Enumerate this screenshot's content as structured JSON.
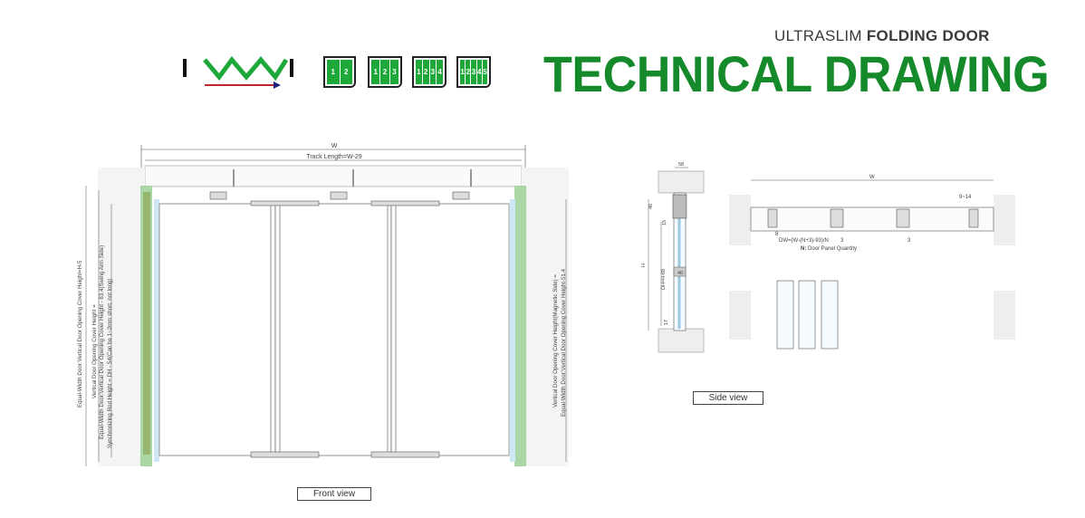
{
  "header": {
    "subtitle_light": "ULTRASLIM ",
    "subtitle_bold": "FOLDING DOOR",
    "title": "TECHNICAL DRAWING",
    "brand_color": "#148a2a"
  },
  "panel_icons": [
    {
      "labels": [
        "1",
        "2"
      ]
    },
    {
      "labels": [
        "1",
        "2",
        "3"
      ]
    },
    {
      "labels": [
        "1",
        "2",
        "3",
        "4"
      ]
    },
    {
      "labels": [
        "1",
        "2",
        "3",
        "4",
        "5"
      ]
    }
  ],
  "front_view": {
    "label": "Front view",
    "width_label": "W",
    "track_label": "Track Length=W-29",
    "left_dims": [
      "Equal-Width Door:Vertical Door Opening Cover Height=H-5",
      "Vertical Door Opening Cover Height =",
      "Equal-Width Door:Vertical Door Opening Cover Height - 63.4(Swing Arm Side)",
      "Synchronizing Rod Height = DH - 54(Can be 1~2mm short, not long)"
    ],
    "right_dims": [
      "Vertical Door Opening Cover Height(Magnetic Side) =",
      "Equal-Width Door:Vertical Door Opening Cover Height-51.4"
    ]
  },
  "side_view": {
    "label": "Side view",
    "dim_top": "58",
    "dim_m": "46",
    "dim_15": "15",
    "dim_h": "H",
    "dim_dh": "DH=H-68",
    "dim_40": "40",
    "dim_17": "17"
  },
  "plan_view": {
    "width_label": "W",
    "dim_right": "9~14",
    "formula": "DW=(W-(N+3)-93)/N",
    "n_note_bold": "N:",
    "n_note": " Door Panel Quantity",
    "dim_8": "8",
    "dim_3a": "3",
    "dim_3b": "3"
  }
}
